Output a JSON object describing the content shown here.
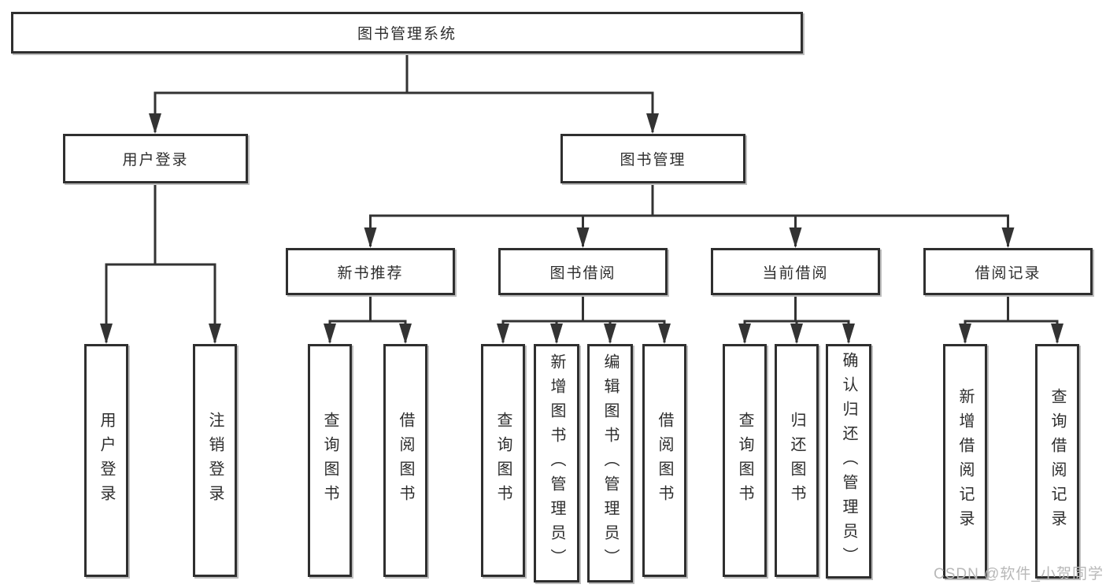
{
  "diagram": {
    "type": "function-structure-tree",
    "colors": {
      "background": "#ffffff",
      "line": "#333333",
      "box_border": "#2f2f2f",
      "text": "#2d2d2d",
      "watermark": "#b8b8b8"
    },
    "nodes": {
      "root": {
        "label": "图书管理系统"
      },
      "user_login": {
        "label": "用户登录"
      },
      "book_mgmt": {
        "label": "图书管理"
      },
      "new_book_rec": {
        "label": "新书推荐"
      },
      "book_borrow": {
        "label": "图书借阅"
      },
      "current_borrow": {
        "label": "当前借阅"
      },
      "borrow_record": {
        "label": "借阅记录"
      },
      "leaf_login_user": {
        "label": "用户登录"
      },
      "leaf_login_logout": {
        "label": "注销登录"
      },
      "leaf_rec_query": {
        "label": "查询图书"
      },
      "leaf_rec_borrow": {
        "label": "借阅图书"
      },
      "leaf_borrow_query": {
        "label": "查询图书"
      },
      "leaf_borrow_add": {
        "label": "新增图书（管理员）"
      },
      "leaf_borrow_edit": {
        "label": "编辑图书（管理员）"
      },
      "leaf_borrow_borrow": {
        "label": "借阅图书"
      },
      "leaf_cur_query": {
        "label": "查询图书"
      },
      "leaf_cur_return": {
        "label": "归还图书"
      },
      "leaf_cur_confirm": {
        "label": "确认归还（管理员）"
      },
      "leaf_record_add": {
        "label": "新增借阅记录"
      },
      "leaf_record_query": {
        "label": "查询借阅记录"
      }
    },
    "edges": [
      "图书管理系统 → 用户登录",
      "图书管理系统 → 图书管理",
      "用户登录 → 用户登录 / 注销登录",
      "图书管理 → 新书推荐 / 图书借阅 / 当前借阅 / 借阅记录",
      "新书推荐 → 查询图书 / 借阅图书",
      "图书借阅 → 查询图书 / 新增图书（管理员） / 编辑图书（管理员） / 借阅图书",
      "当前借阅 → 查询图书 / 归还图书 / 确认归还（管理员）",
      "借阅记录 → 新增借阅记录 / 查询借阅记录"
    ],
    "watermark": "CSDN @软件_小贺同学"
  }
}
